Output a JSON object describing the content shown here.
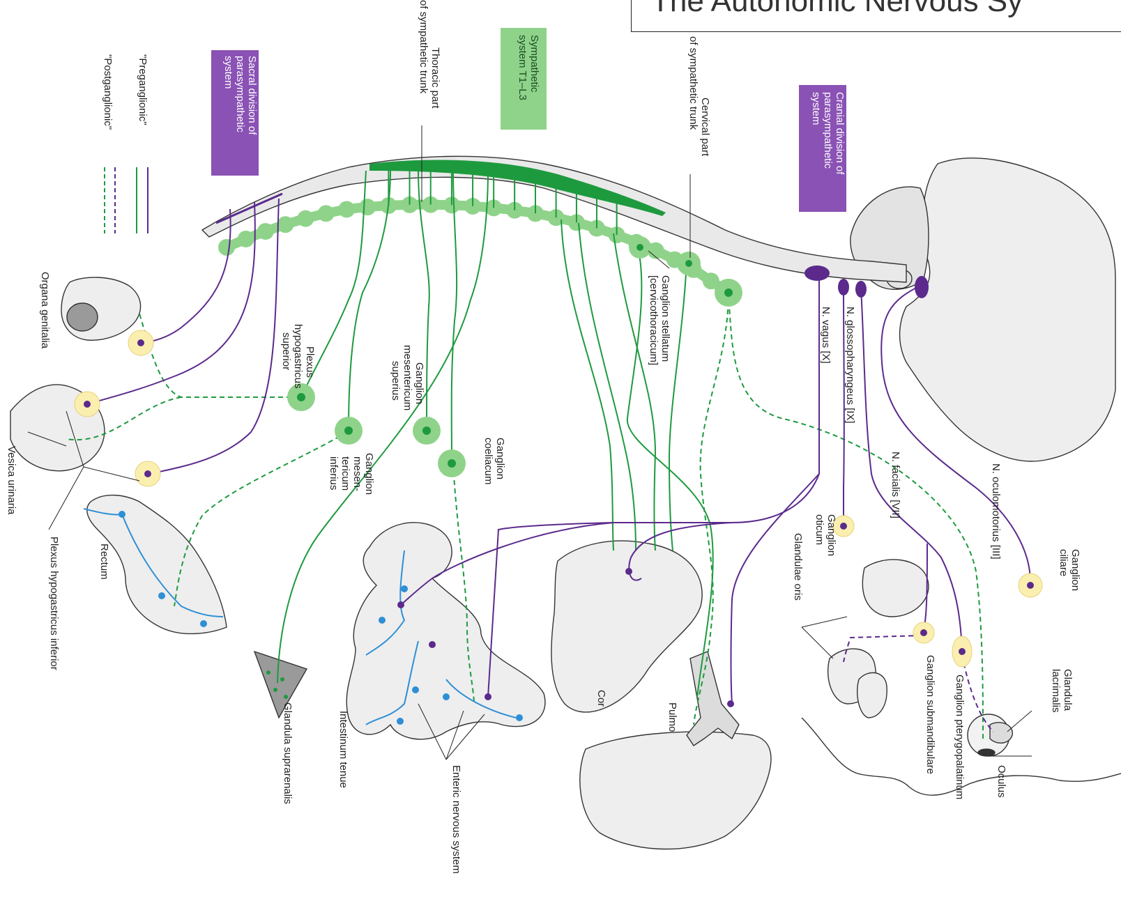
{
  "title": "The Autonomic Nervous Sy",
  "colors": {
    "sympathetic": "#1e9a3e",
    "sympathetic_light": "#8fd38a",
    "parasympathetic": "#5b2a8c",
    "parasympathetic_box": "#8a52b4",
    "enteric": "#2d8fd6",
    "ganglion_yellow": "#fbefb0",
    "organ_fill": "#e9e9e9"
  },
  "legend": {
    "preganglionic": "\"Preganglionic\"",
    "postganglionic": "\"Postganglionic\""
  },
  "boxes": {
    "sacral": [
      "Sacral division of",
      "parasympathetic",
      "system"
    ],
    "sympathetic": [
      "Sympathetic",
      "system T1–L3"
    ],
    "cranial": [
      "Cranial division of",
      "parasympathetic",
      "system"
    ]
  },
  "labels": {
    "thoracic_part": [
      "Thoracic part",
      "of sympathetic trunk"
    ],
    "cervical_part": [
      "Cervical part",
      "of sympathetic trunk"
    ],
    "ganglion_stellatum": [
      "Ganglion stellatum",
      "[cervicothoracicum]"
    ],
    "n_vagus": "N. vagus [X]",
    "n_glossopharyngeus": "N. glossopharyngeus [IX]",
    "n_facialis": "N. facialis [VII]",
    "n_oculomotorius": "N. oculomotorius [III]",
    "ganglion_ciliare": [
      "Ganglion",
      "ciliare"
    ],
    "ganglion_oticum": [
      "Ganglion",
      "oticum"
    ],
    "glandulae_oris": "Glandulae oris",
    "glandula_lacrimalis": [
      "Glandula",
      "lacrimalis"
    ],
    "oculus": "Oculus",
    "ganglion_pterygopalatinum": "Ganglion pterygopalatinum",
    "ganglion_submandibulare": "Ganglion submandibulare",
    "pulmo": "Pulmo",
    "cor": "Cor",
    "ganglion_coeliacum": [
      "Ganglion",
      "coeliacum"
    ],
    "ganglion_mes_sup": [
      "Ganglion",
      "mesentericum",
      "superius"
    ],
    "ganglion_mes_inf": [
      "Ganglion",
      "mesen-",
      "tericum",
      "inferius"
    ],
    "plexus_hyp_sup": [
      "Plexus",
      "hypogastricus",
      "superior"
    ],
    "organa_genitalia": "Organa genitalia",
    "vesica_urinaria": "Vesica urinaria",
    "plexus_hyp_inf": "Plexus hypogastricus inferior",
    "rectum": "Rectum",
    "glandula_suprarenalis": "Glandula suprarenalis",
    "intestinum_tenue": "Intestinum tenue",
    "enteric_ns": "Enteric nervous system"
  }
}
